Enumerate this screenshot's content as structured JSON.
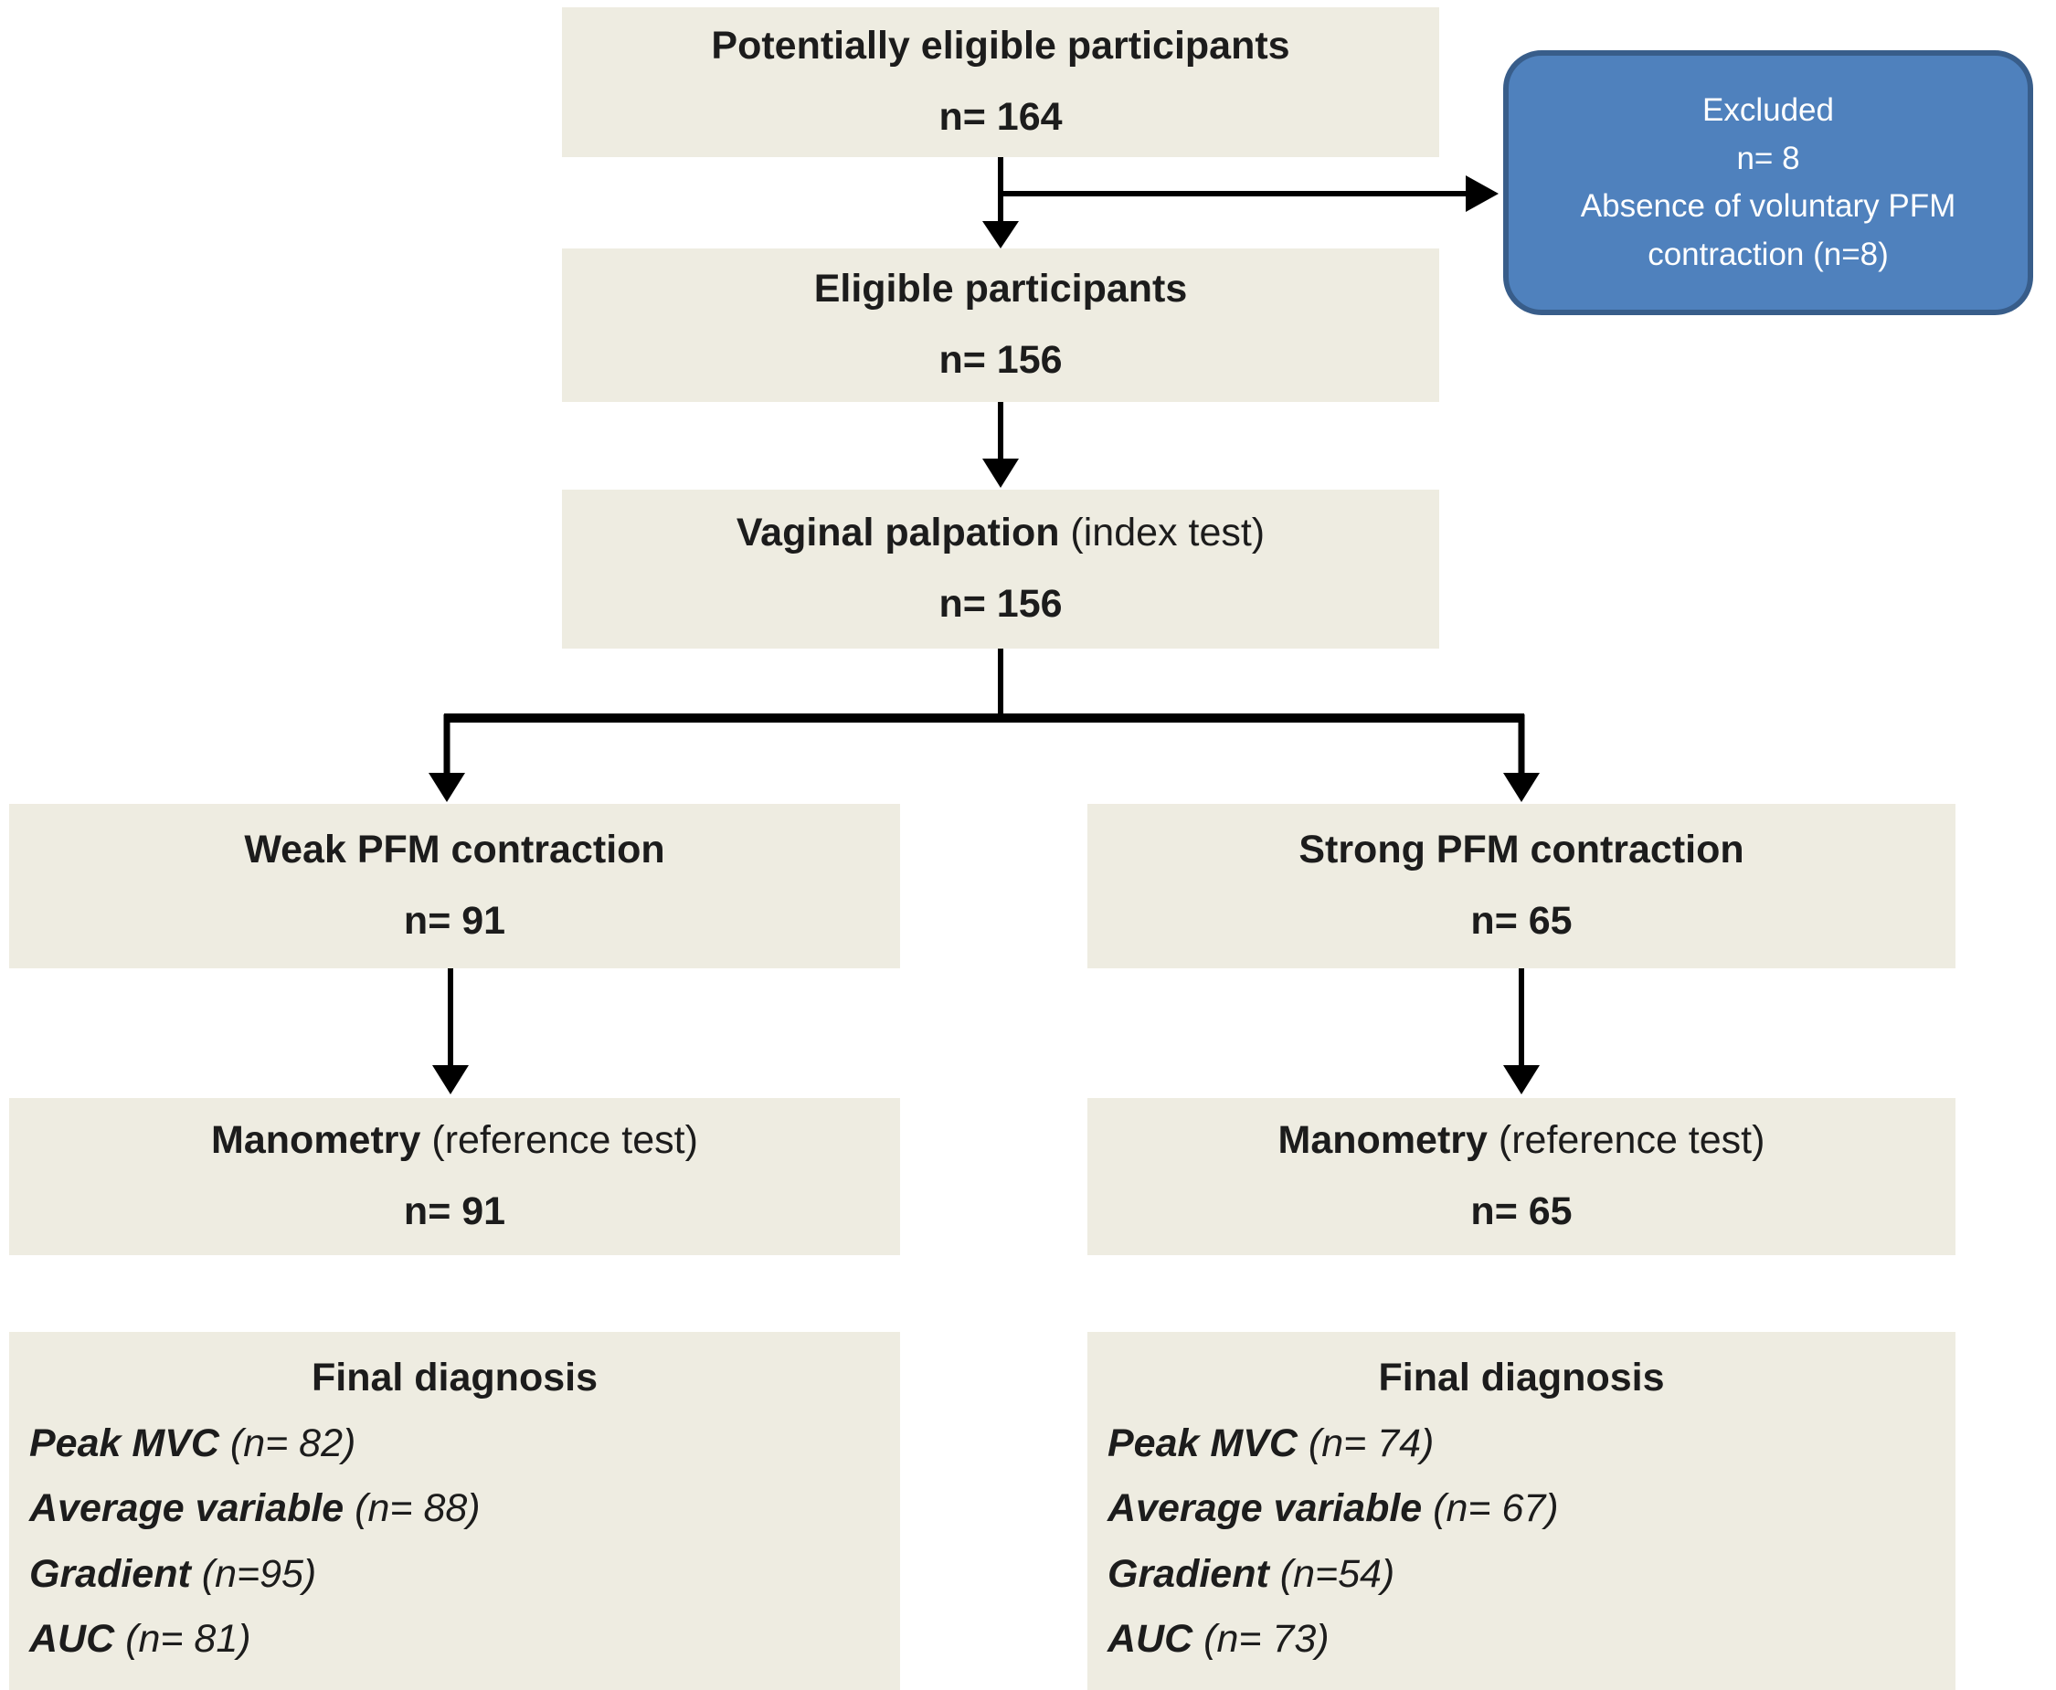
{
  "diagram": {
    "boxes": {
      "potentially_eligible": {
        "title": "Potentially eligible participants",
        "n": "n= 164"
      },
      "excluded": {
        "line1": "Excluded",
        "line2": "n= 8",
        "line3": "Absence of voluntary PFM contraction (n=8)"
      },
      "eligible": {
        "title": "Eligible participants",
        "n": "n= 156"
      },
      "vaginal_palpation": {
        "title_bold": "Vaginal palpation",
        "title_rest": " (index test)",
        "n": "n= 156"
      },
      "weak": {
        "title": "Weak PFM contraction",
        "n": "n= 91"
      },
      "strong": {
        "title": "Strong PFM contraction",
        "n": "n= 65"
      },
      "manometry_left": {
        "title_bold": "Manometry",
        "title_rest": " (reference test)",
        "n": "n= 91"
      },
      "manometry_right": {
        "title_bold": "Manometry",
        "title_rest": " (reference test)",
        "n": "n= 65"
      },
      "final_left": {
        "title": "Final diagnosis",
        "items": [
          {
            "label": "Peak MVC",
            "value": " (n= 82)"
          },
          {
            "label": "Average variable",
            "value": " (n= 88)"
          },
          {
            "label": "Gradient",
            "value": " (n=95)"
          },
          {
            "label": "AUC",
            "value": " (n= 81)"
          }
        ]
      },
      "final_right": {
        "title": "Final diagnosis",
        "items": [
          {
            "label": "Peak MVC",
            "value": " (n= 74)"
          },
          {
            "label": "Average variable",
            "value": " (n= 67)"
          },
          {
            "label": "Gradient",
            "value": " (n=54)"
          },
          {
            "label": "AUC",
            "value": " (n= 73)"
          }
        ]
      }
    },
    "colors": {
      "box_fill": "#eeece1",
      "excluded_fill": "#4f81bd",
      "excluded_border": "#385d8a",
      "excluded_text": "#ffffff",
      "line": "#000000"
    }
  }
}
